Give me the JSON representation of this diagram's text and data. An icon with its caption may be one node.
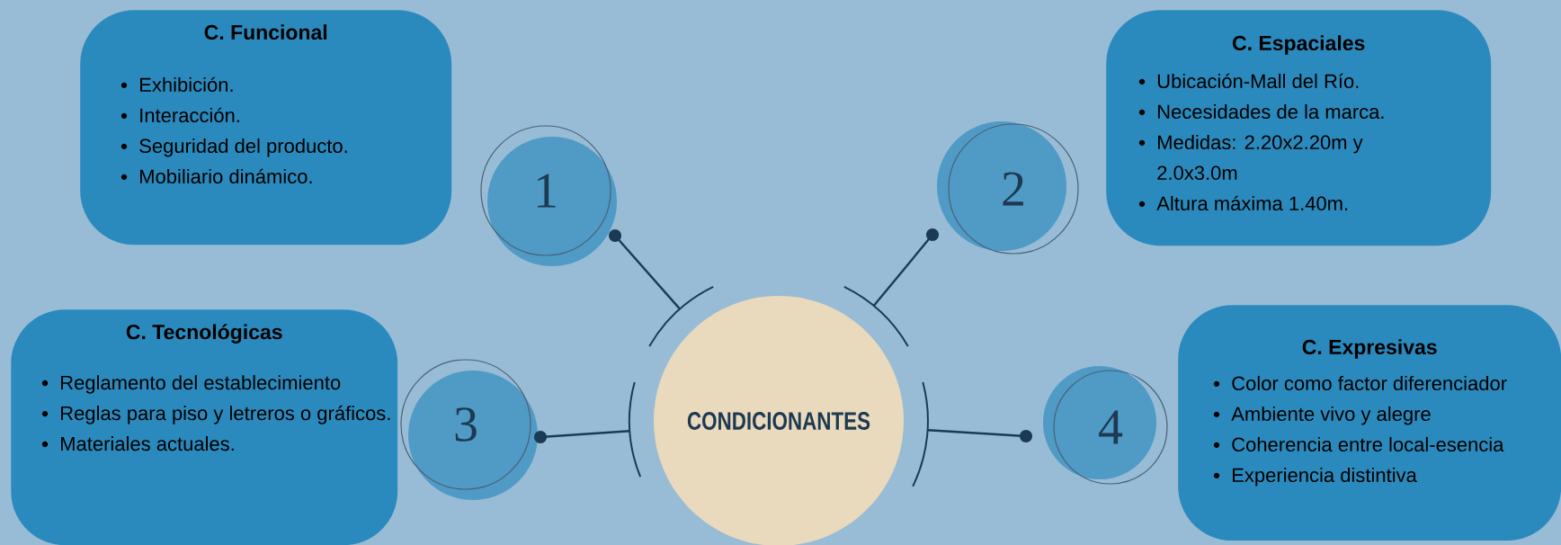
{
  "diagram": {
    "nodes": [
      {
        "text": [
          "C. Funcional",
          "Exhibición.",
          "Interacción.",
          "Seguridad del producto.",
          "Mobiliario dinámico."
        ]
      },
      {
        "text": [
          "C. Espaciales",
          "Ubicación-Mall del Río.",
          "Necesidades de la marca.",
          "Medidas: 2.20x2.20m y 2.0x3.0m",
          "Altura máxima 1.40m."
        ]
      },
      {
        "text": [
          "C. Tecnológicas",
          "Reglamento del establecimiento",
          "Reglas para piso y letreros o gráficos.",
          "Materiales actuales."
        ]
      },
      {
        "text": [
          "C. Expresivas",
          "Color como factor diferenciador",
          "Ambiente vivo y alegre",
          "Coherencia entre local-esencia",
          "Experiencia distintiva"
        ]
      },
      {
        "text": [
          "CONDICIONANTES"
        ]
      },
      {
        "text": [
          "1"
        ]
      },
      {
        "text": [
          "2"
        ]
      },
      {
        "text": [
          "3"
        ]
      },
      {
        "text": [
          "4"
        ]
      }
    ],
    "edges": [
      {
        "from": 5,
        "to": 4,
        "arrow": "other"
      },
      {
        "from": 6,
        "to": 4,
        "arrow": "other"
      },
      {
        "from": 7,
        "to": 4,
        "arrow": "other"
      },
      {
        "from": 8,
        "to": 4,
        "arrow": "other"
      }
    ]
  }
}
